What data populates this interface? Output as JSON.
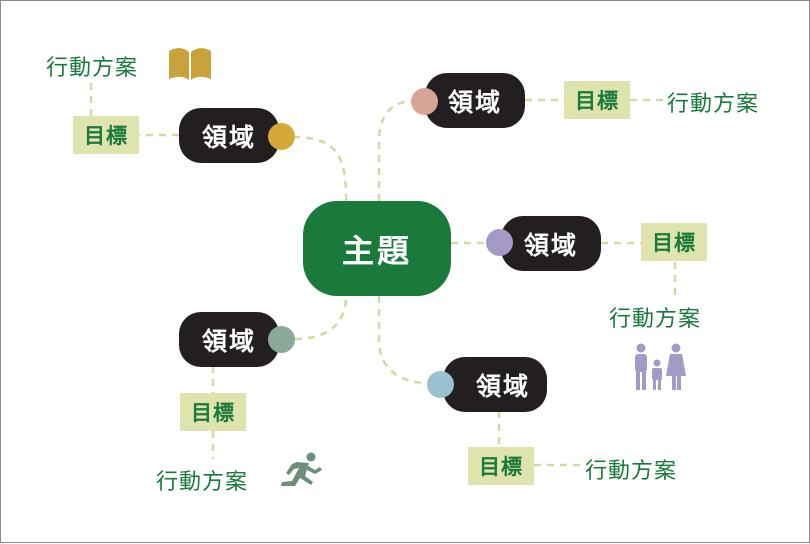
{
  "diagram": {
    "theme": "主題",
    "branches": [
      {
        "domain": "領域",
        "goal": "目標",
        "action": "行動方案",
        "dot_color": "#d4a93a",
        "icon": "book-icon",
        "icon_color": "#c9a23c"
      },
      {
        "domain": "領域",
        "goal": "目標",
        "action": "行動方案",
        "dot_color": "#d9a596",
        "icon": "",
        "icon_color": ""
      },
      {
        "domain": "領域",
        "goal": "目標",
        "action": "行動方案",
        "dot_color": "#a59ac6",
        "icon": "family-icon",
        "icon_color": "#a59ac6"
      },
      {
        "domain": "領域",
        "goal": "目標",
        "action": "行動方案",
        "dot_color": "#8ba99a",
        "icon": "running-person-icon",
        "icon_color": "#6d8f7a"
      },
      {
        "domain": "領域",
        "goal": "目標",
        "action": "行動方案",
        "dot_color": "#99c2d0",
        "icon": "",
        "icon_color": ""
      }
    ]
  },
  "colors": {
    "theme_bg": "#1a7a3c",
    "domain_bg": "#231f20",
    "goal_bg": "#dfe3ad",
    "text_green": "#1a7a3c",
    "connector": "#cfdba0"
  }
}
